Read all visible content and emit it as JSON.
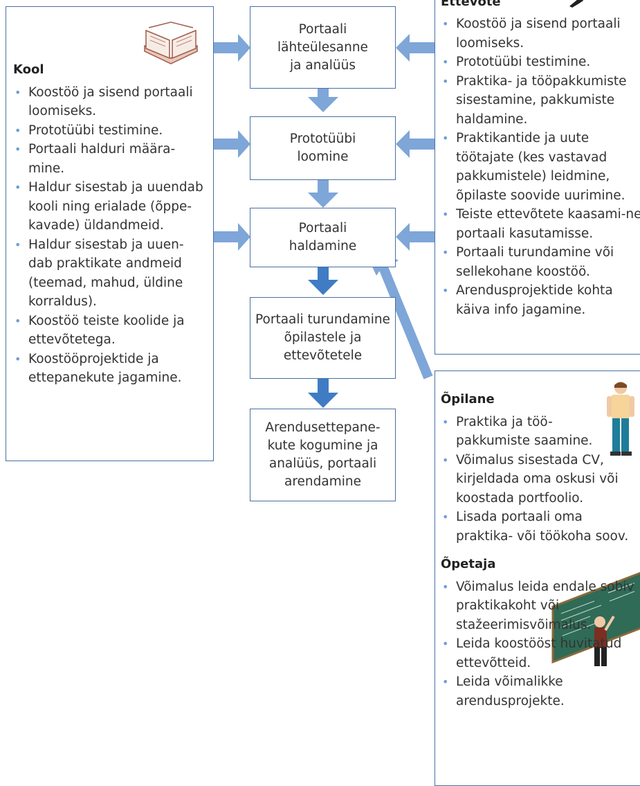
{
  "boxes": {
    "b1": "Portaali\nlähteülesanne\nja analüüs",
    "b2": "Prototüübi\nloomine",
    "b3": "Portaali\nhaldamine",
    "b4": "Portaali turundamine\nõpilastele ja\nettevõtetele",
    "b5": "Arendusettepane-\nkute kogumine ja\nanalüüs, portaali\narendamine"
  },
  "kool": {
    "title": "Kool",
    "items": [
      "Koostöö ja sisend portaali loomiseks.",
      "Prototüübi testimine.",
      "Portaali halduri määra-mine.",
      "Haldur sisestab ja uuendab kooli ning erialade (õppe-kavade) üldandmeid.",
      "Haldur sisestab ja uuen-dab praktikate andmeid (teemad, mahud, üldine korraldus).",
      "Koostöö teiste koolide ja ettevõtetega.",
      "Koostööprojektide ja ettepanekute jagamine."
    ]
  },
  "ettevote": {
    "title": "Ettevõte",
    "items": [
      "Koostöö ja sisend portaali loomiseks.",
      "Prototüübi testimine.",
      "Praktika- ja tööpakkumiste sisestamine, pakkumiste haldamine.",
      "Praktikantide ja uute töötajate (kes vastavad pakkumistele) leidmine, õpilaste soovide uurimine.",
      "Teiste ettevõtete kaasami-ne portaali kasutamisse.",
      "Portaali turundamine või sellekohane koostöö.",
      "Arendusprojektide kohta käiva info jagamine."
    ]
  },
  "opilane": {
    "title": "Õpilane",
    "items": [
      "Praktika ja töö-pakkumiste saamine.",
      "Võimalus sisestada CV, kirjeldada oma oskusi või koostada portfoolio.",
      "Lisada portaali oma praktika- või töökoha soov."
    ]
  },
  "opetaja": {
    "title": "Õpetaja",
    "items": [
      "Võimalus leida endale sobiv praktikakoht või stažeerimisvõimalus.",
      "Leida koostööst huvitatud ettevõtteid.",
      "Leida võimalikke arendusprojekte."
    ]
  },
  "colors": {
    "light_arrow": "#7ea6d8",
    "dark_arrow": "#3f7cc4",
    "border": "#4a6fa0",
    "bullet": "#6f9fd2"
  },
  "icons": [
    "book-icon",
    "pointing-hand-icon",
    "student-icon",
    "teacher-at-blackboard-icon"
  ]
}
